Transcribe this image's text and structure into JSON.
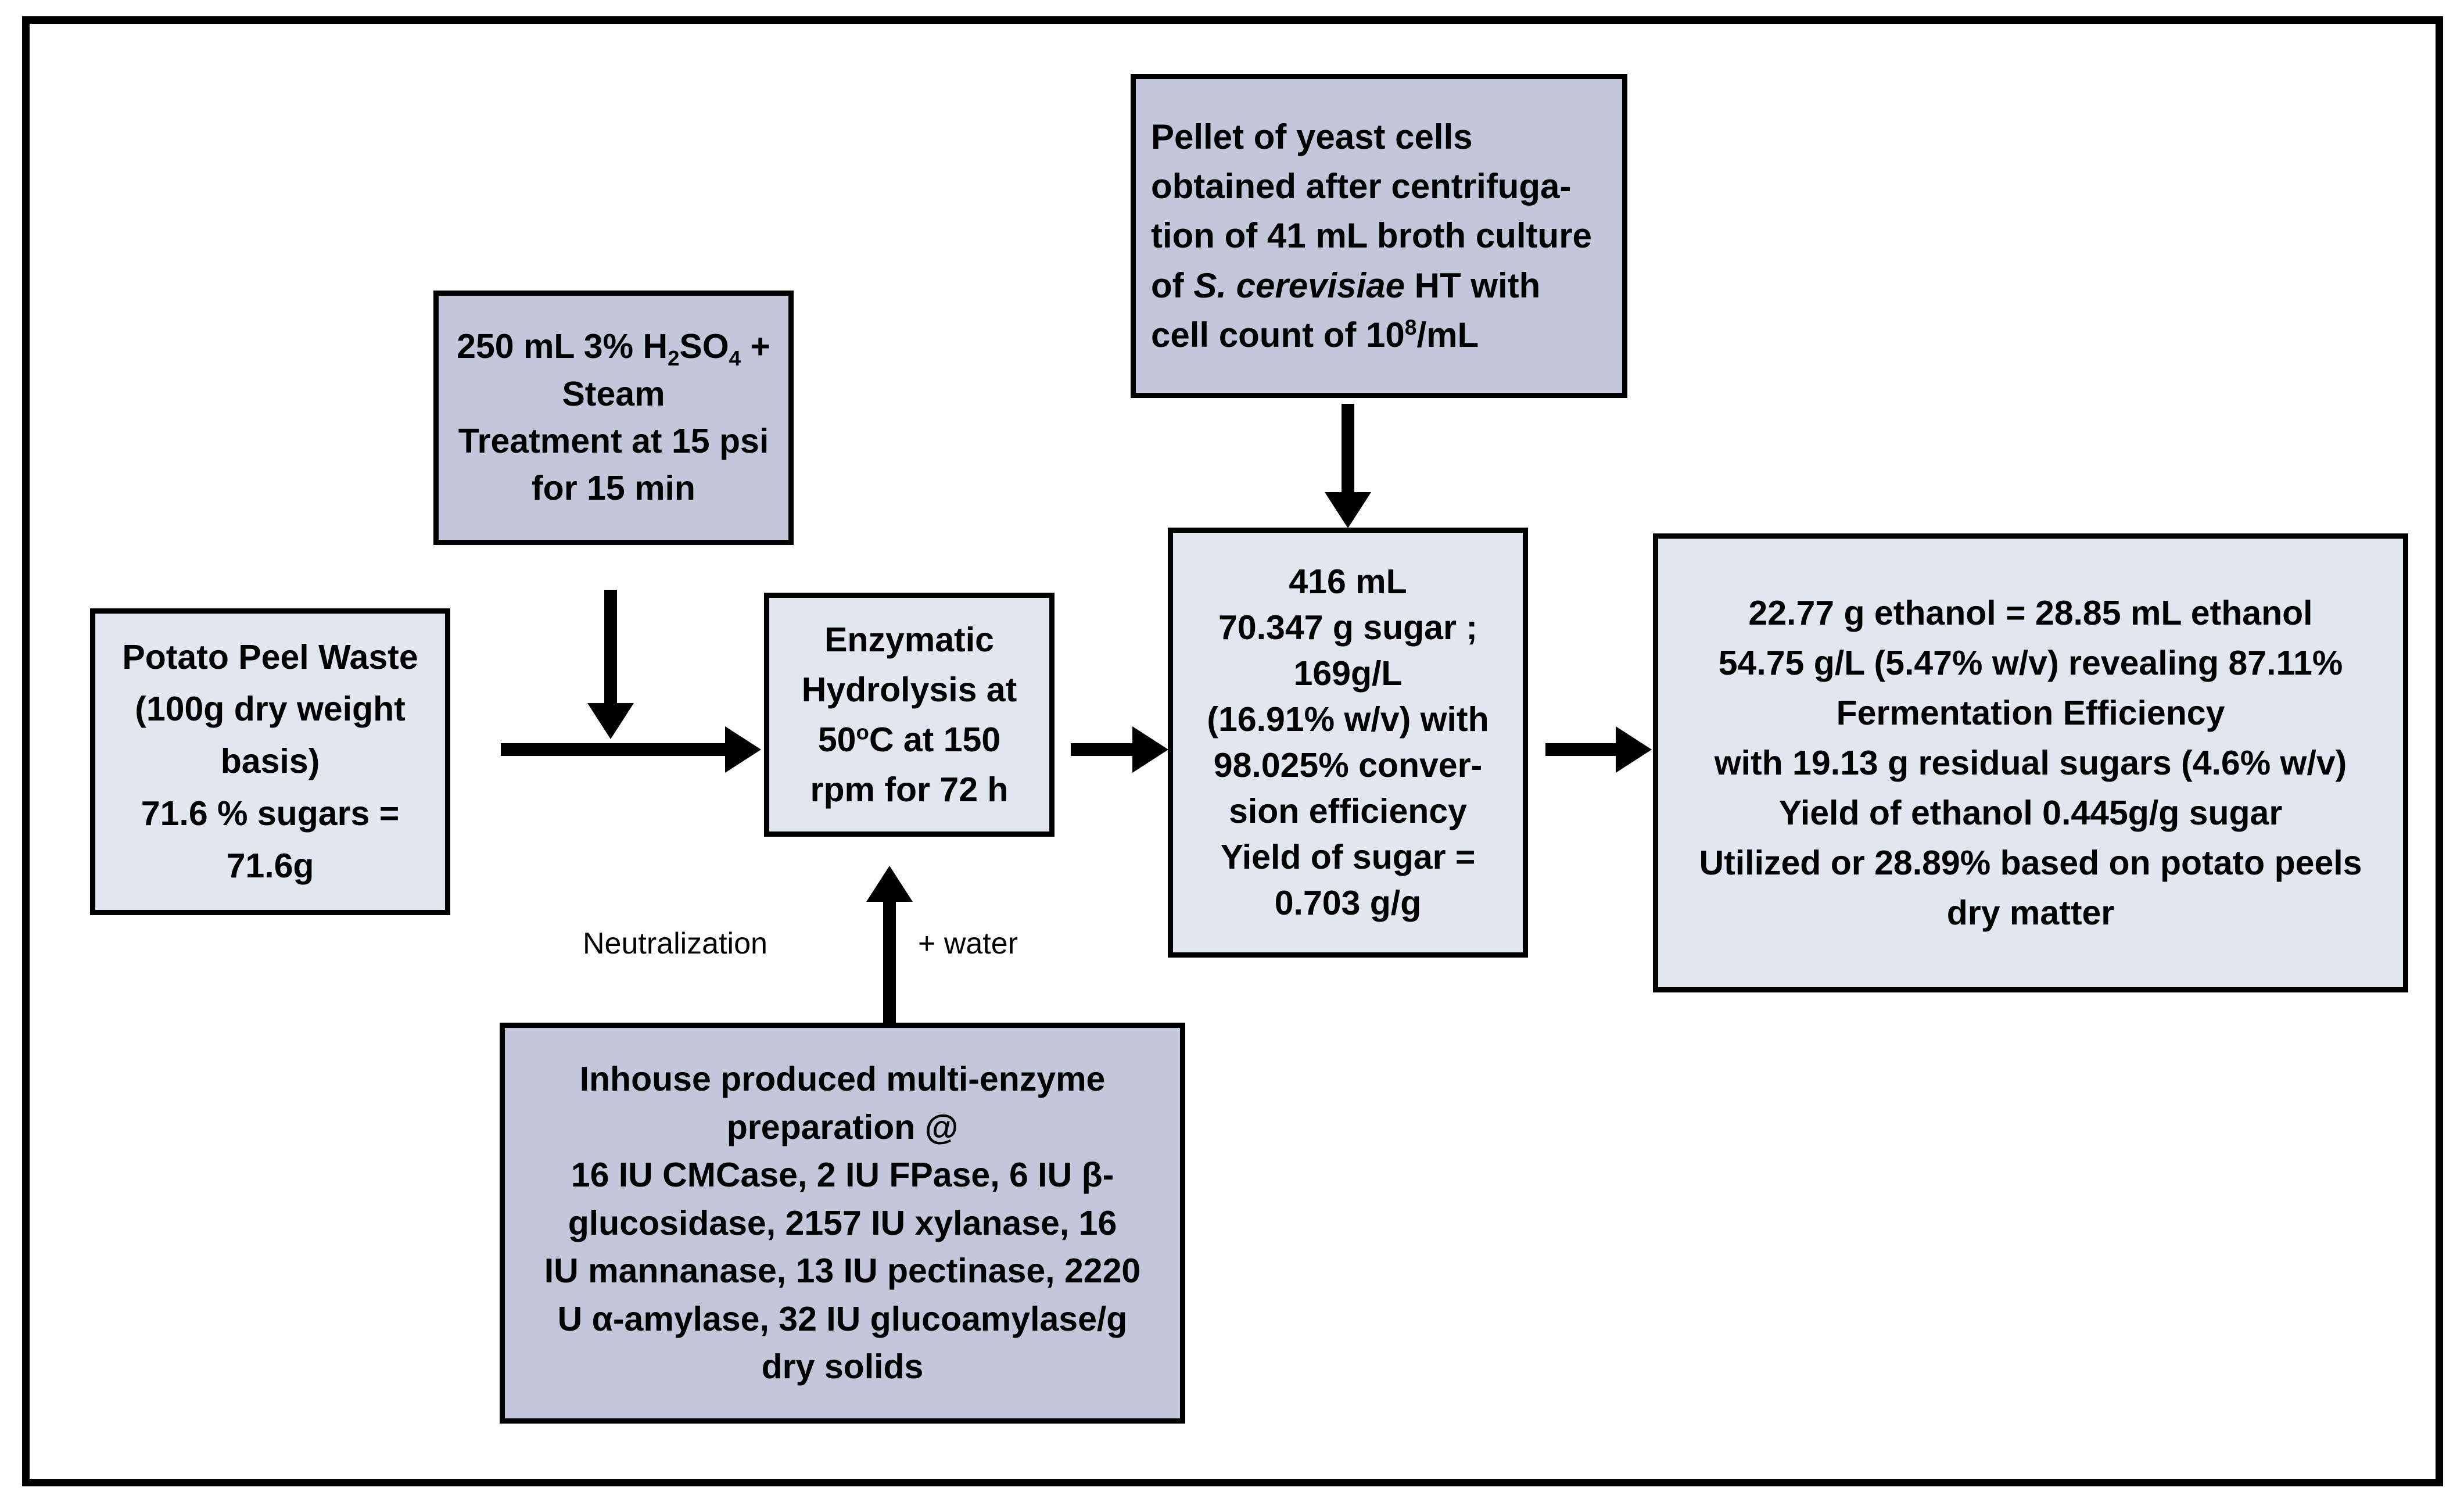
{
  "diagram": {
    "title": "Potato peel waste to bioethanol process flow diagram",
    "colors": {
      "lavender_fill": "#c2c8da",
      "light_blue_fill": "#e1e6f0",
      "stroke": "#000000",
      "background": "#ffffff"
    },
    "nodes": {
      "acid_pretreatment": {
        "fill": "#c2c8da",
        "lines": [
          "250 mL  3% H2SO4 +",
          "Steam",
          "Treatment at 15 psi",
          "for 15 min"
        ],
        "line1_a": "250 mL  3% H",
        "line1_sub1": "2",
        "line1_b": "SO",
        "line1_sub2": "4",
        "line1_c": " +",
        "line2": "Steam",
        "line3": "Treatment at 15 psi",
        "line4": "for 15 min"
      },
      "yeast_inoculum": {
        "fill": "#c2c8da",
        "line1": "Pellet of yeast cells",
        "line2": "obtained after centrifuga-",
        "line3": "tion of 41 mL  broth culture",
        "line4_a": "of  ",
        "line4_italic": "S. cerevisiae",
        "line4_b": " HT with",
        "line5_a": "cell count of 10",
        "line5_sup": "8",
        "line5_b": "/mL"
      },
      "potato_peel_waste": {
        "fill": "#e1e6f0",
        "line1": "Potato Peel Waste",
        "line2": "(100g dry weight",
        "line3": "basis)",
        "line4": "71.6 % sugars =",
        "line5": "71.6g"
      },
      "enzymatic_hydrolysis": {
        "fill": "#e1e6f0",
        "line1": "Enzymatic",
        "line2": "Hydrolysis at",
        "line3_a": "50",
        "line3_sup": "o",
        "line3_b": "C at 150",
        "line4": "rpm for 72 h"
      },
      "sugar_hydrolysate": {
        "fill": "#e1e6f0",
        "line1": "416 mL",
        "line2": "70.347 g sugar ;",
        "line3": "169g/L",
        "line4": "(16.91% w/v) with",
        "line5": "98.025% conver-",
        "line6": "sion efficiency",
        "line7": "Yield of sugar =",
        "line8": "0.703 g/g"
      },
      "ethanol_result": {
        "fill": "#e1e6f0",
        "line1": "22.77 g ethanol = 28.85 mL ethanol",
        "line2": "54.75 g/L (5.47% w/v) revealing 87.11%",
        "line3": "Fermentation Efficiency",
        "line4": "with 19.13 g residual sugars (4.6% w/v)",
        "line5": "Yield of ethanol  0.445g/g sugar",
        "line6": "Utilized or 28.89% based on potato peels",
        "line7": "dry matter"
      },
      "multi_enzyme_prep": {
        "fill": "#c2c8da",
        "line1": "Inhouse produced  multi-enzyme",
        "line2": "preparation @",
        "line3": "16 IU CMCase, 2 IU FPase, 6 IU β-",
        "line4": "glucosidase, 2157 IU xylanase,     16",
        "line5": "IU mannanase, 13 IU pectinase, 2220",
        "line6": "U  α-amylase, 32 IU glucoamylase/g",
        "line7": "dry solids"
      }
    },
    "edge_labels": {
      "neutralization": "Neutralization",
      "plus_water": "+ water"
    },
    "connectors": [
      {
        "name": "acid-to-hydrolysis",
        "direction": "down"
      },
      {
        "name": "yeast-to-sugar",
        "direction": "down"
      },
      {
        "name": "potato-to-hydrolysis",
        "direction": "right"
      },
      {
        "name": "hydrolysis-to-sugar",
        "direction": "right"
      },
      {
        "name": "sugar-to-ethanol",
        "direction": "right"
      },
      {
        "name": "enzyme-to-hydrolysis",
        "direction": "up"
      }
    ]
  }
}
